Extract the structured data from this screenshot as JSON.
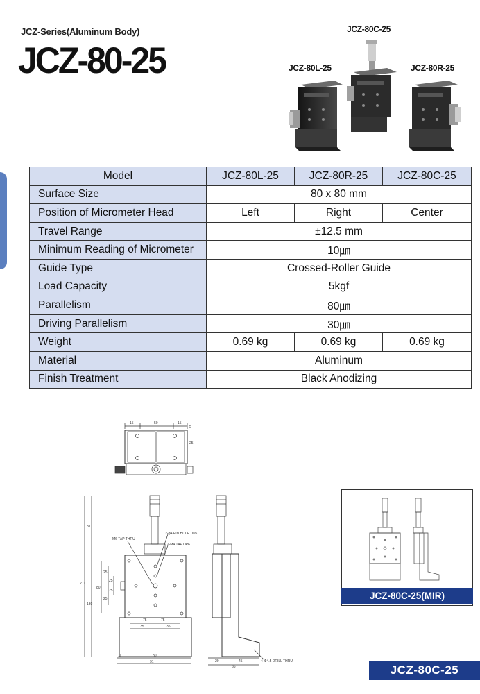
{
  "header": {
    "series": "JCZ-Series(Aluminum Body)",
    "title": "JCZ-80-25"
  },
  "products": {
    "center": "JCZ-80C-25",
    "left": "JCZ-80L-25",
    "right": "JCZ-80R-25"
  },
  "spec_table": {
    "header": {
      "label": "Model",
      "cols": [
        "JCZ-80L-25",
        "JCZ-80R-25",
        "JCZ-80C-25"
      ]
    },
    "rows": [
      {
        "label": "Surface Size",
        "value": "80 x 80 mm"
      },
      {
        "label": "Position of Micrometer Head",
        "values": [
          "Left",
          "Right",
          "Center"
        ]
      },
      {
        "label": "Travel Range",
        "value": "±12.5 mm"
      },
      {
        "label": "Minimum Reading of Micrometer",
        "value": "10㎛"
      },
      {
        "label": "Guide Type",
        "value": "Crossed-Roller Guide"
      },
      {
        "label": "Load Capacity",
        "value": "5kgf"
      },
      {
        "label": "Parallelism",
        "value": "80㎛"
      },
      {
        "label": "Driving Parallelism",
        "value": "30㎛"
      },
      {
        "label": "Weight",
        "values": [
          "0.69 kg",
          "0.69 kg",
          "0.69 kg"
        ]
      },
      {
        "label": "Material",
        "value": "Aluminum"
      },
      {
        "label": "Finish Treatment",
        "value": "Black Anodizing"
      }
    ]
  },
  "drawing": {
    "top_dims": [
      "15",
      "50",
      "15",
      "5",
      "25"
    ],
    "front_notes": [
      "M6 TAP THRU",
      "2-φ4 PIN HOLE DP6",
      "12-M4 TAP DP6"
    ],
    "front_dims_h": [
      "75",
      "75",
      "35",
      "35",
      "11",
      "80",
      "91"
    ],
    "front_dims_v": [
      "81",
      "211",
      "130",
      "80",
      "25",
      "25",
      "25",
      "25"
    ],
    "side_dims": [
      "20",
      "45",
      "65"
    ],
    "side_note": "4-Φ4.5 DRILL THRU"
  },
  "mir_label": "JCZ-80C-25(MIR)",
  "footer_label": "JCZ-80C-25"
}
